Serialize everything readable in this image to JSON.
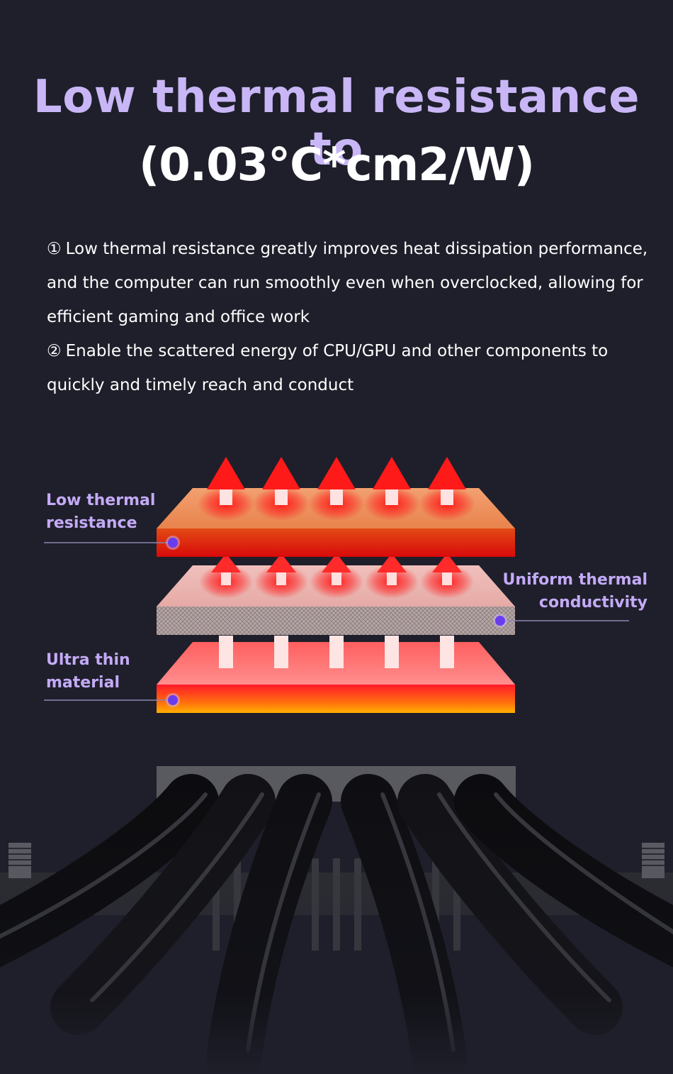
{
  "title": {
    "line1": "Low thermal resistance to",
    "line2": "(0.03°C*cm2/W)"
  },
  "points": [
    {
      "marker": "①",
      "text": "Low thermal resistance greatly improves heat dissipation performance, and the computer can run smoothly even when overclocked, allowing for efficient gaming and office work"
    },
    {
      "marker": "②",
      "text": "Enable the scattered energy of CPU/GPU and other components to quickly and timely reach and conduct"
    }
  ],
  "diagram": {
    "labels": {
      "low_thermal_resistance": "Low thermal resistance",
      "uniform_thermal_conductivity": "Uniform thermal conductivity",
      "ultra_thin_material": "Ultra thin material"
    },
    "colors": {
      "title_accent": "#c8b6f6",
      "label": "#c4aaf7",
      "marker_dot": "#6a3cf0",
      "arrow": "#ff1a1a"
    }
  }
}
